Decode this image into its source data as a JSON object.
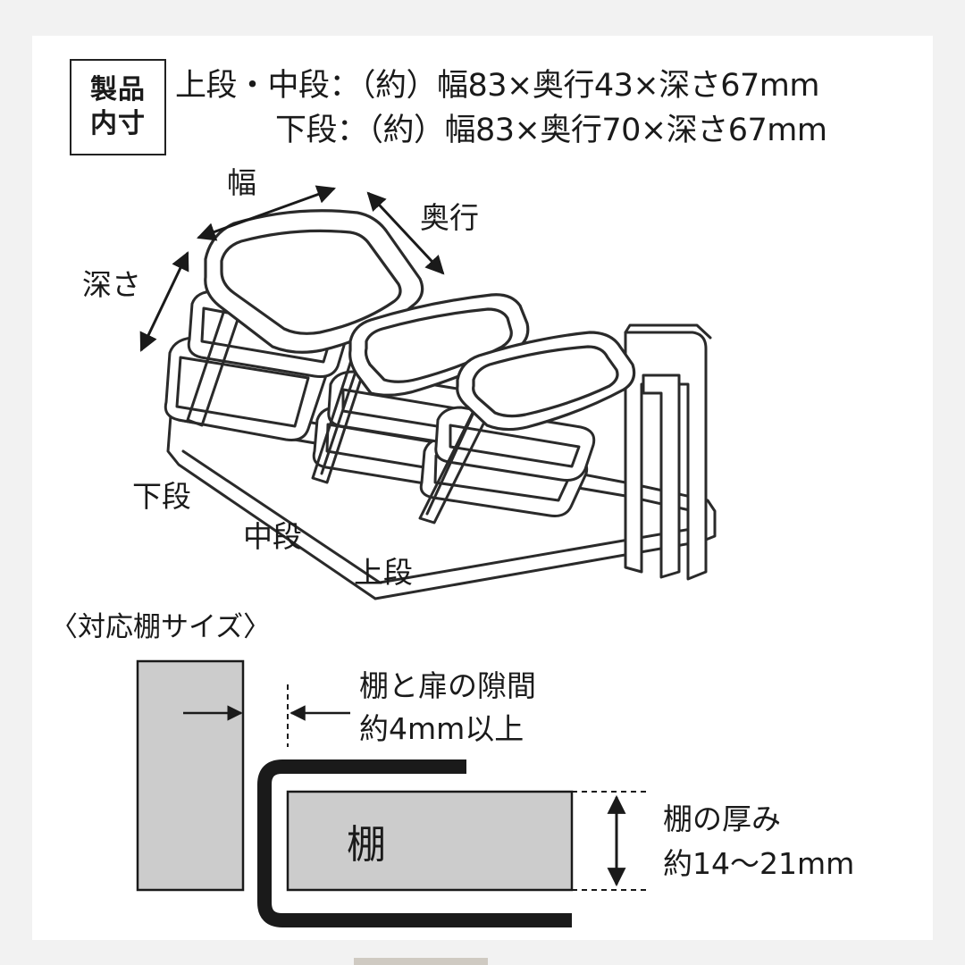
{
  "spec": {
    "badge_line1": "製品",
    "badge_line2": "内寸",
    "row1": "上段・中段：（約）幅83×奥行43×深さ67mm",
    "row2": "下段：（約）幅83×奥行70×深さ67mm"
  },
  "rack_labels": {
    "width": "幅",
    "depth": "奥行",
    "height": "深さ",
    "lower": "下段",
    "middle": "中段",
    "upper": "上段"
  },
  "shelf_section": {
    "title": "〈対応棚サイズ〉",
    "gap_title": "棚と扉の隙間",
    "gap_value": "約4mm以上",
    "shelf_label": "棚",
    "thickness_title": "棚の厚み",
    "thickness_value": "約14～21mm"
  },
  "colors": {
    "background": "#f2f2f2",
    "panel": "#ffffff",
    "shelf_fill": "#cccccc",
    "line": "#1a1a1a"
  },
  "icons": [
    "arrow-left-icon",
    "arrow-right-icon",
    "double-arrow-icon"
  ]
}
